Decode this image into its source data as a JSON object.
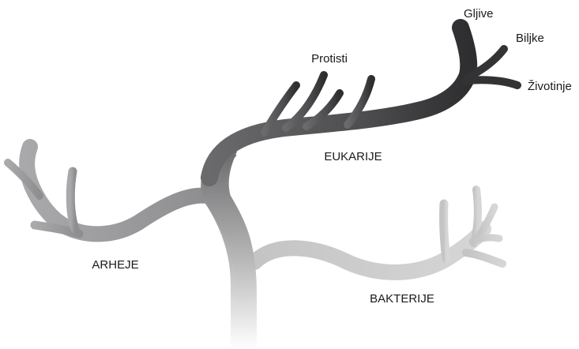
{
  "labels": {
    "gljive": "Gljive",
    "biljke": "Biljke",
    "zivotinje": "Životinje",
    "protisti": "Protisti",
    "eukarije": "EUKARIJE",
    "arheje": "ARHEJE",
    "bakterije": "BAKTERIJE"
  },
  "colors": {
    "trunk_top": "#6e6e70",
    "trunk_bottom": "#ffffff",
    "eukarya": "#4a4a4d",
    "eukarya_tip": "#2e2e30",
    "archaea": "#9b9b9d",
    "bacteria": "#cfcfd0",
    "text": "#1a1a1a"
  }
}
